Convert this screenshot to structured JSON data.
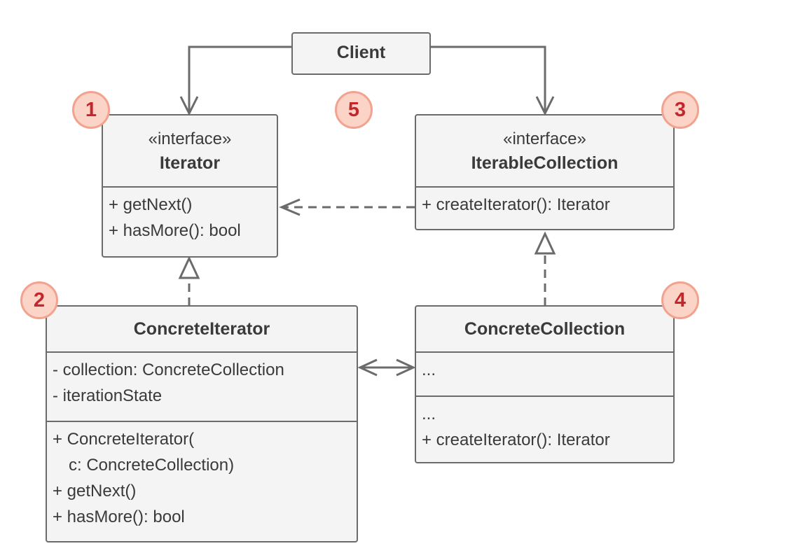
{
  "client": {
    "name": "Client"
  },
  "iterator": {
    "stereotype": "«interface»",
    "name": "Iterator",
    "methods": [
      "+ getNext()",
      "+ hasMore(): bool"
    ]
  },
  "iterable_collection": {
    "stereotype": "«interface»",
    "name": "IterableCollection",
    "methods": [
      "+ createIterator(): Iterator"
    ]
  },
  "concrete_iterator": {
    "name": "ConcreteIterator",
    "fields": [
      "- collection: ConcreteCollection",
      "- iterationState"
    ],
    "methods": [
      "+ ConcreteIterator(",
      "c: ConcreteCollection)",
      "+ getNext()",
      "+ hasMore(): bool"
    ]
  },
  "concrete_collection": {
    "name": "ConcreteCollection",
    "fields": [
      "..."
    ],
    "methods": [
      "...",
      "+ createIterator(): Iterator"
    ]
  },
  "badges": [
    "1",
    "2",
    "3",
    "4",
    "5"
  ],
  "colors": {
    "box_fill": "#f4f4f4",
    "box_border": "#6b6b6b",
    "badge_fill": "#fbd3c7",
    "badge_border": "#f2a28e",
    "badge_text": "#c4262e"
  }
}
